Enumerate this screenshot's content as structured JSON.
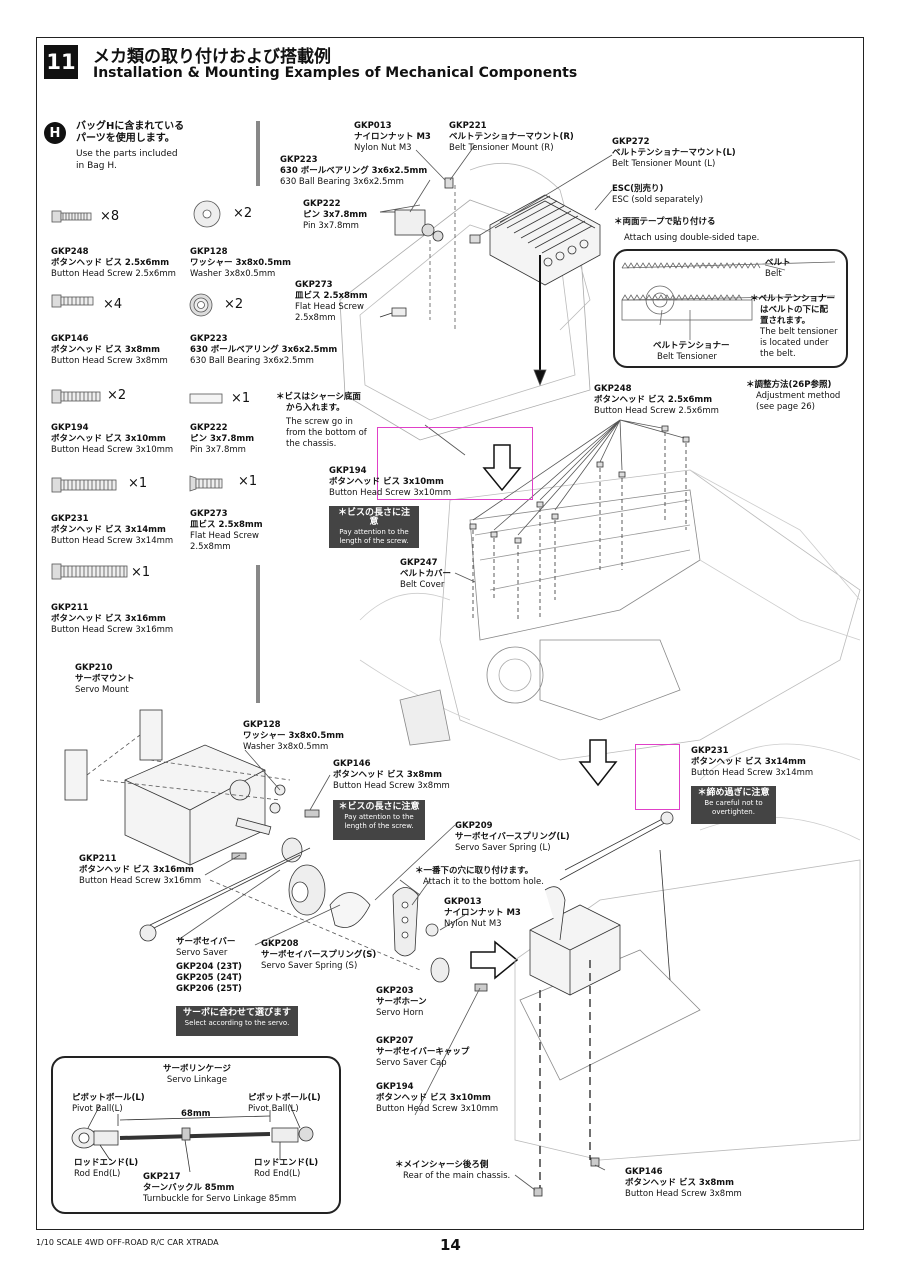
{
  "step": {
    "number": "11",
    "title_jp": "メカ類の取り付けおよび搭載例",
    "title_en": "Installation & Mounting Examples of Mechanical Components"
  },
  "bag": {
    "letter": "H",
    "jp": "バッグHに含まれている",
    "jp2": "パーツを使用します。",
    "en": "Use the parts included",
    "en2": "in Bag H."
  },
  "parts": [
    {
      "code": "GKP248",
      "jp": "ボタンヘッド ビス 2.5x6mm",
      "en": "Button Head Screw 2.5x6mm",
      "qty": "×8"
    },
    {
      "code": "GKP128",
      "jp": "ワッシャー 3x8x0.5mm",
      "en": "Washer 3x8x0.5mm",
      "qty": "×2"
    },
    {
      "code": "GKP146",
      "jp": "ボタンヘッド ビス 3x8mm",
      "en": "Button Head Screw 3x8mm",
      "qty": "×4"
    },
    {
      "code": "GKP223",
      "jp": "630 ボールベアリング 3x6x2.5mm",
      "en": "630 Ball Bearing 3x6x2.5mm",
      "qty": "×2"
    },
    {
      "code": "GKP194",
      "jp": "ボタンヘッド ビス 3x10mm",
      "en": "Button Head Screw 3x10mm",
      "qty": "×2"
    },
    {
      "code": "GKP222",
      "jp": "ピン 3x7.8mm",
      "en": "Pin 3x7.8mm",
      "qty": "×1"
    },
    {
      "code": "GKP231",
      "jp": "ボタンヘッド ビス 3x14mm",
      "en": "Button Head Screw 3x14mm",
      "qty": "×1"
    },
    {
      "code": "GKP273",
      "jp": "皿ビス 2.5x8mm",
      "en": "Flat Head Screw",
      "en2": "2.5x8mm",
      "qty": "×1"
    },
    {
      "code": "GKP211",
      "jp": "ボタンヘッド ビス 3x16mm",
      "en": "Button Head Screw 3x16mm",
      "qty": "×1"
    }
  ],
  "labels": {
    "gkp013a": {
      "code": "GKP013",
      "jp": "ナイロンナット M3",
      "en": "Nylon Nut M3"
    },
    "gkp221": {
      "code": "GKP221",
      "jp": "ベルトテンショナーマウント(R)",
      "en": "Belt Tensioner Mount (R)"
    },
    "gkp272": {
      "code": "GKP272",
      "jp": "ベルトテンショナーマウント(L)",
      "en": "Belt Tensioner Mount (L)"
    },
    "gkp223": {
      "code": "GKP223",
      "jp": "630 ボールベアリング 3x6x2.5mm",
      "en": "630 Ball Bearing 3x6x2.5mm"
    },
    "gkp222": {
      "code": "GKP222",
      "jp": "ピン 3x7.8mm",
      "en": "Pin 3x7.8mm"
    },
    "esc": {
      "jp": "ESC(別売り)",
      "en": "ESC (sold separately)"
    },
    "tape": {
      "jp": "＊両面テープで貼り付ける",
      "en": "Attach using double-sided tape."
    },
    "belt": {
      "jp": "ベルト",
      "en": "Belt"
    },
    "tensioner_note": {
      "jp1": "＊ベルトテンショナー",
      "jp2": "はベルトの下に配",
      "jp3": "置されます。",
      "en1": "The belt tensioner",
      "en2": "is located under",
      "en3": "the belt."
    },
    "belt_tensioner": {
      "jp": "ベルトテンショナー",
      "en": "Belt Tensioner"
    },
    "adjust": {
      "jp": "＊調整方法(26P参照)",
      "en1": "Adjustment method",
      "en2": "(see page 26)"
    },
    "gkp273": {
      "code": "GKP273",
      "jp": "皿ビス 2.5x8mm",
      "en1": "Flat Head Screw",
      "en2": "2.5x8mm"
    },
    "gkp248": {
      "code": "GKP248",
      "jp": "ボタンヘッド ビス 2.5x6mm",
      "en": "Button Head Screw 2.5x6mm"
    },
    "bottom_note": {
      "jp1": "＊ビスはシャーシ底面",
      "jp2": "から入れます。",
      "en1": "The screw go in",
      "en2": "from the bottom of",
      "en3": "the chassis."
    },
    "gkp194a": {
      "code": "GKP194",
      "jp": "ボタンヘッド ビス 3x10mm",
      "en": "Button Head Screw 3x10mm"
    },
    "length_note": {
      "jp": "＊ビスの長さに注意",
      "en1": "Pay attention to the",
      "en2": "length of the screw."
    },
    "gkp247": {
      "code": "GKP247",
      "jp": "ベルトカバー",
      "en": "Belt Cover"
    },
    "gkp210": {
      "code": "GKP210",
      "jp": "サーボマウント",
      "en": "Servo Mount"
    },
    "gkp128": {
      "code": "GKP128",
      "jp": "ワッシャー 3x8x0.5mm",
      "en": "Washer 3x8x0.5mm"
    },
    "gkp146a": {
      "code": "GKP146",
      "jp": "ボタンヘッド ビス 3x8mm",
      "en": "Button Head Screw 3x8mm"
    },
    "length_note2": {
      "jp": "＊ビスの長さに注意",
      "en1": "Pay attention to the",
      "en2": "length of the screw."
    },
    "gkp231": {
      "code": "GKP231",
      "jp": "ボタンヘッド ビス 3x14mm",
      "en": "Button Head Screw 3x14mm"
    },
    "tight_note": {
      "jp": "＊締め過ぎに注意",
      "en1": "Be careful not to",
      "en2": "overtighten."
    },
    "gkp209": {
      "code": "GKP209",
      "jp": "サーボセイバースプリング(L)",
      "en": "Servo Saver Spring (L)"
    },
    "hole_note": {
      "jp": "＊一番下の穴に取り付けます。",
      "en": "Attach it to the bottom hole."
    },
    "gkp211": {
      "code": "GKP211",
      "jp": "ボタンヘッド ビス 3x16mm",
      "en": "Button Head Screw 3x16mm"
    },
    "gkp013b": {
      "code": "GKP013",
      "jp": "ナイロンナット M3",
      "en": "Nylon Nut M3"
    },
    "saver": {
      "jp": "サーボセイバー",
      "en": "Servo Saver",
      "c1": "GKP204 (23T)",
      "c2": "GKP205 (24T)",
      "c3": "GKP206 (25T)"
    },
    "gkp208": {
      "code": "GKP208",
      "jp": "サーボセイバースプリング(S)",
      "en": "Servo Saver Spring (S)"
    },
    "select_note": {
      "jp": "サーボに合わせて選びます",
      "en": "Select according to the servo."
    },
    "gkp203": {
      "code": "GKP203",
      "jp": "サーボホーン",
      "en": "Servo Horn"
    },
    "gkp207": {
      "code": "GKP207",
      "jp": "サーボセイバーキャップ",
      "en": "Servo Saver Cap"
    },
    "gkp194b": {
      "code": "GKP194",
      "jp": "ボタンヘッド ビス 3x10mm",
      "en": "Button Head Screw 3x10mm"
    },
    "rear_note": {
      "jp": "＊メインシャーシ後ろ側",
      "en": "Rear of the main chassis."
    },
    "gkp146b": {
      "code": "GKP146",
      "jp": "ボタンヘッド ビス 3x8mm",
      "en": "Button Head Screw 3x8mm"
    }
  },
  "linkage": {
    "title_jp": "サーボリンケージ",
    "title_en": "Servo Linkage",
    "pivot_l_jp": "ピボットボール(L)",
    "pivot_l_en": "Pivot Ball(L)",
    "pivot_r_jp": "ピボットボール(L)",
    "pivot_r_en": "Pivot Ball(L)",
    "length": "68mm",
    "rod_l_jp": "ロッドエンド(L)",
    "rod_l_en": "Rod End(L)",
    "rod_r_jp": "ロッドエンド(L)",
    "rod_r_en": "Rod End(L)",
    "code": "GKP217",
    "jp": "ターンバックル 85mm",
    "en": "Turnbuckle for Servo Linkage 85mm"
  },
  "footer": {
    "model": "1/10 SCALE 4WD OFF-ROAD R/C CAR XTRADA",
    "page": "14"
  }
}
